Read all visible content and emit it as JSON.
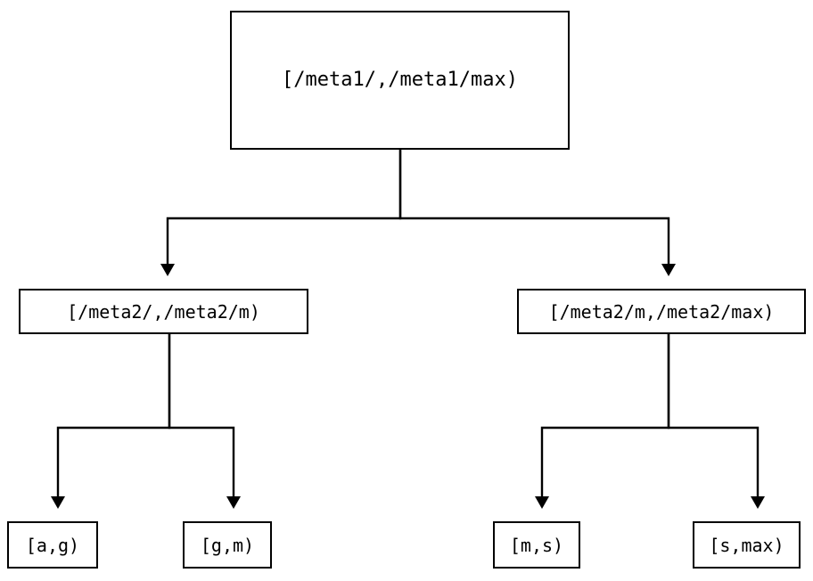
{
  "diagram": {
    "type": "tree",
    "title": "",
    "background_color": "#ffffff",
    "stroke_color": "#000000",
    "text_color": "#000000",
    "nodes": {
      "root": {
        "label": "[/meta1/,/meta1/max)"
      },
      "mid_left": {
        "label": "[/meta2/,/meta2/m)"
      },
      "mid_right": {
        "label": "[/meta2/m,/meta2/max)"
      },
      "leaf_ag": {
        "label": "[a,g)"
      },
      "leaf_gm": {
        "label": "[g,m)"
      },
      "leaf_ms": {
        "label": "[m,s)"
      },
      "leaf_smax": {
        "label": "[s,max)"
      }
    },
    "edges": [
      {
        "from": "root",
        "to": "mid_left",
        "arrow": "triangle-down"
      },
      {
        "from": "root",
        "to": "mid_right",
        "arrow": "triangle-down"
      },
      {
        "from": "mid_left",
        "to": "leaf_ag",
        "arrow": "triangle-down"
      },
      {
        "from": "mid_left",
        "to": "leaf_gm",
        "arrow": "triangle-down"
      },
      {
        "from": "mid_right",
        "to": "leaf_ms",
        "arrow": "triangle-down"
      },
      {
        "from": "mid_right",
        "to": "leaf_smax",
        "arrow": "triangle-down"
      }
    ]
  }
}
